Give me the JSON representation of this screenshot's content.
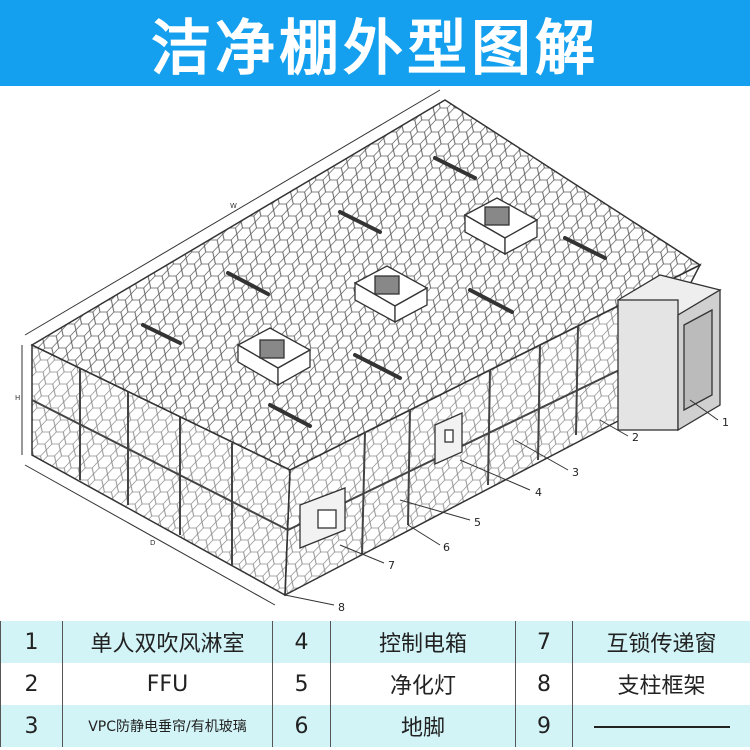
{
  "title": "洁净棚外型图解",
  "diagram": {
    "dimension_labels": {
      "width": "W",
      "height": "H",
      "depth": "D"
    },
    "callouts": [
      "1",
      "2",
      "3",
      "4",
      "5",
      "6",
      "7",
      "8"
    ]
  },
  "legend": [
    [
      {
        "num": "1",
        "name": "单人双吹风淋室"
      },
      {
        "num": "4",
        "name": "控制电箱"
      },
      {
        "num": "7",
        "name": "互锁传递窗"
      }
    ],
    [
      {
        "num": "2",
        "name": "FFU"
      },
      {
        "num": "5",
        "name": "净化灯"
      },
      {
        "num": "8",
        "name": "支柱框架"
      }
    ],
    [
      {
        "num": "3",
        "name": "VPC防静电垂帘/有机玻璃"
      },
      {
        "num": "6",
        "name": "地脚"
      },
      {
        "num": "9",
        "name": ""
      }
    ]
  ],
  "colors": {
    "title_bg": "#14a0ee",
    "row_tint": "#d2f4f7"
  }
}
